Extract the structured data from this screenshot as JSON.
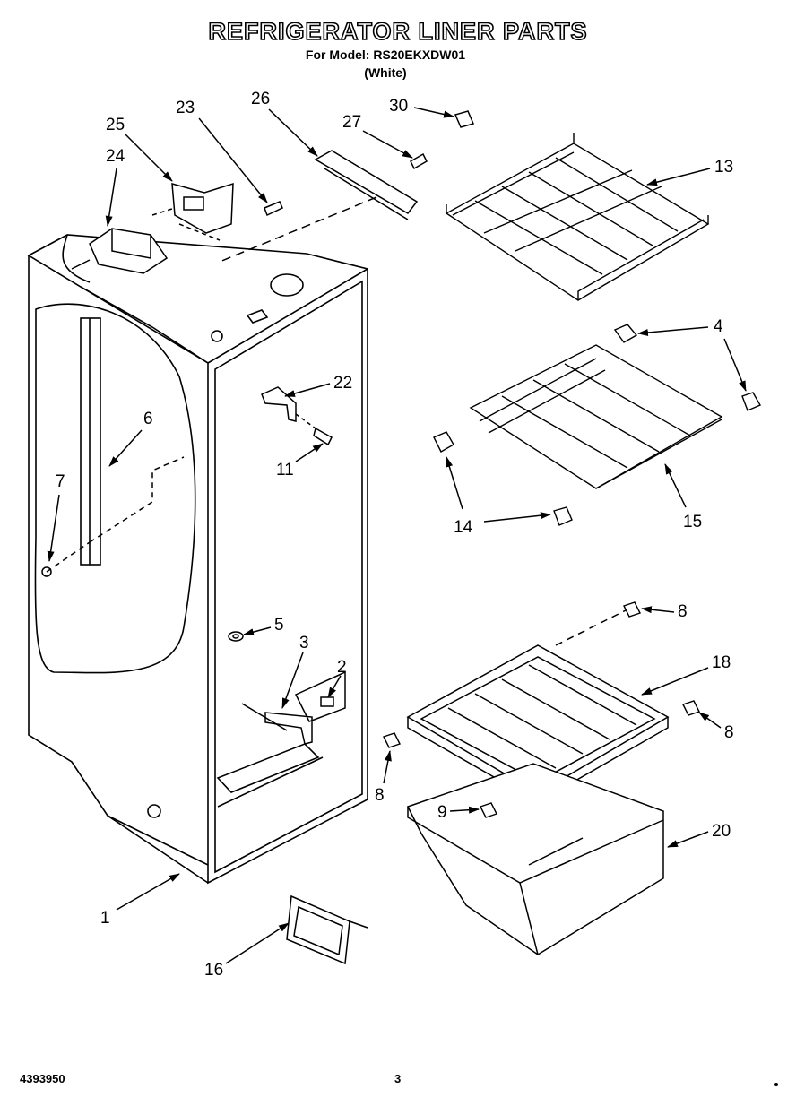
{
  "header": {
    "title": "REFRIGERATOR LINER PARTS",
    "model_line": "For Model: RS20EKXDW01",
    "color_line": "(White)"
  },
  "footer": {
    "document_number": "4393950",
    "page_number": "3"
  },
  "callouts": [
    {
      "id": "1",
      "label": "1"
    },
    {
      "id": "2",
      "label": "2"
    },
    {
      "id": "3",
      "label": "3"
    },
    {
      "id": "4",
      "label": "4"
    },
    {
      "id": "5",
      "label": "5"
    },
    {
      "id": "6",
      "label": "6"
    },
    {
      "id": "7",
      "label": "7"
    },
    {
      "id": "8a",
      "label": "8"
    },
    {
      "id": "8b",
      "label": "8"
    },
    {
      "id": "8c",
      "label": "8"
    },
    {
      "id": "9",
      "label": "9"
    },
    {
      "id": "11",
      "label": "11"
    },
    {
      "id": "13",
      "label": "13"
    },
    {
      "id": "14",
      "label": "14"
    },
    {
      "id": "15",
      "label": "15"
    },
    {
      "id": "16",
      "label": "16"
    },
    {
      "id": "18",
      "label": "18"
    },
    {
      "id": "20",
      "label": "20"
    },
    {
      "id": "22",
      "label": "22"
    },
    {
      "id": "23",
      "label": "23"
    },
    {
      "id": "24",
      "label": "24"
    },
    {
      "id": "25",
      "label": "25"
    },
    {
      "id": "26",
      "label": "26"
    },
    {
      "id": "27",
      "label": "27"
    },
    {
      "id": "30",
      "label": "30"
    }
  ]
}
